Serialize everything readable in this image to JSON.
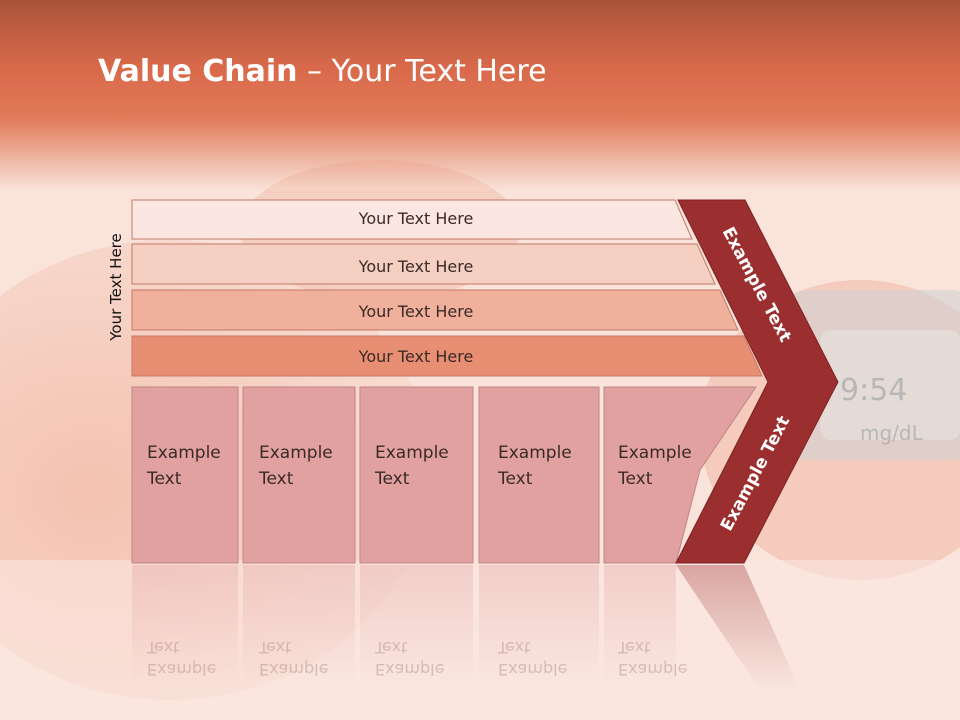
{
  "title": {
    "bold": "Value Chain",
    "rest": " – Your Text Here"
  },
  "side_label": "Your Text Here",
  "bars": [
    {
      "label": "Your Text Here",
      "color": "#fbe6e2"
    },
    {
      "label": "Your Text Here",
      "color": "#f6cfc3"
    },
    {
      "label": "Your Text Here",
      "color": "#f0b09c"
    },
    {
      "label": "Your Text Here",
      "color": "#e88e72"
    }
  ],
  "cells": [
    {
      "line1": "Example",
      "line2": "Text"
    },
    {
      "line1": "Example",
      "line2": "Text"
    },
    {
      "line1": "Example",
      "line2": "Text"
    },
    {
      "line1": "Example",
      "line2": "Text"
    },
    {
      "line1": "Example",
      "line2": "Text"
    }
  ],
  "arrow": {
    "upper": "Example Text",
    "lower": "Example Text",
    "color": "#9b2f2f"
  },
  "colors": {
    "title_band": "#d8694a",
    "cell_fill": "#e2a1a1",
    "accent": "#9b2f2f"
  }
}
